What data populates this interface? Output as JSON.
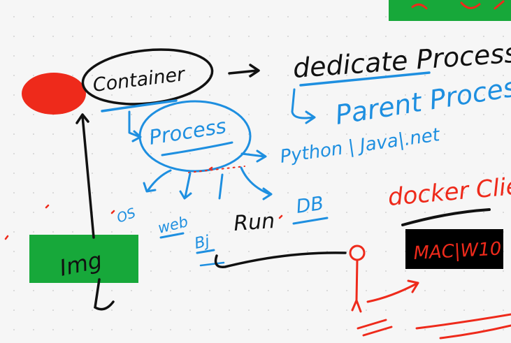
{
  "colors": {
    "background": "#f6f6f6",
    "ink_black": "#111111",
    "ink_blue": "#1e8fe0",
    "ink_red": "#ee2a1b",
    "sticker_green": "#17a83a",
    "box_black": "#000000"
  },
  "labels": {
    "container": "Container",
    "dedicate_process": "dedicate Process",
    "parent_process": "Parent Process",
    "process": "Process",
    "languages": "Python | Java|.net",
    "os": "OS",
    "web": "web",
    "bj": "Bj",
    "run": "Run",
    "db": "DB",
    "docker_client": "docker Clie",
    "mac_w10": "MAC|W10",
    "img": "Img"
  }
}
